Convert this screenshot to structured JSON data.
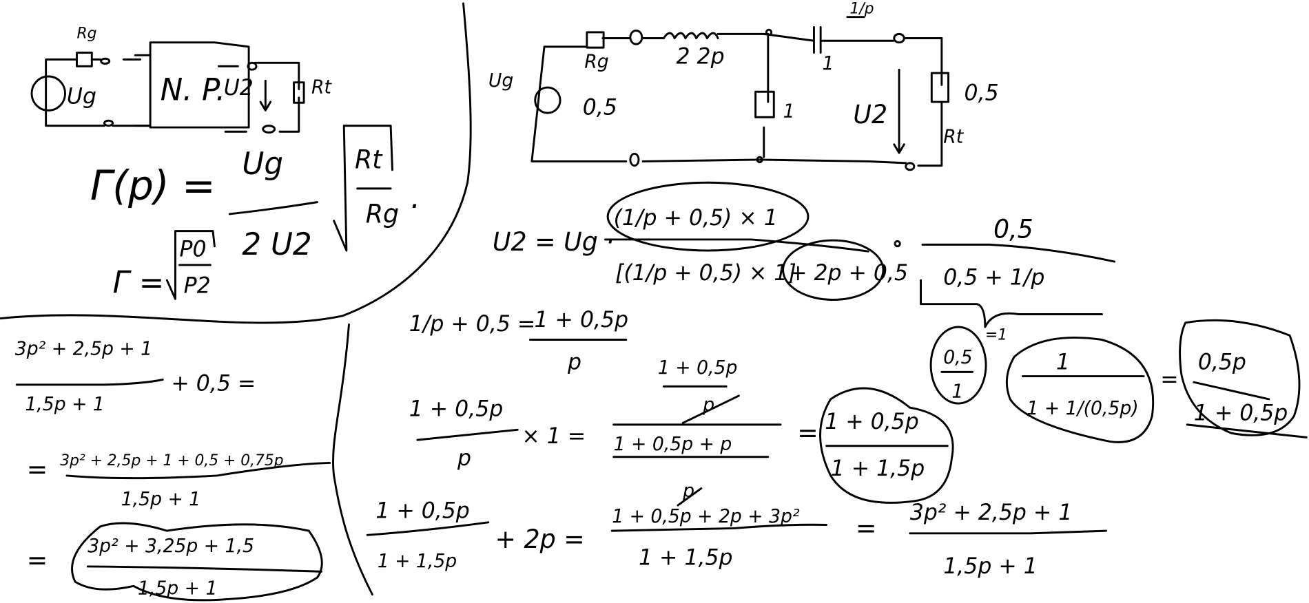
{
  "left_circuit": {
    "rg": "Rg",
    "ug": "Ug",
    "block": "N. P.",
    "u2": "U2",
    "rt": "Rt"
  },
  "formula_gamma": {
    "lhs": "Γ(p) =",
    "num": "Ug",
    "den": "2 U2",
    "sqrt_num": "Rt",
    "sqrt_den": "Rg",
    "dot": "·"
  },
  "formula_gamma2": {
    "lhs": "Γ =",
    "num": "P0",
    "den": "P2"
  },
  "right_circuit": {
    "rg": "Rg",
    "l_labels": "2   2p",
    "c_value": "1/p",
    "c_label": "1",
    "ug": "Ug",
    "rg_value": "0,5",
    "r_mid": "1",
    "u2": "U2",
    "rt_value": "0,5",
    "rt": "Rt"
  },
  "u2_equation": {
    "lhs": "U2 = Ug ·",
    "num": "(1/p + 0,5) × 1",
    "den_a": "[(1/p + 0,5) × 1]",
    "den_b": "+ 2p + 0,5",
    "dot": "·",
    "frac2_num": "0,5",
    "frac2_den": "0,5 + 1/p"
  },
  "step1": {
    "lhs": "1/p + 0,5 =",
    "num": "1 + 0,5p",
    "den": "p"
  },
  "step2": {
    "num": "1 + 0,5p",
    "den": "p",
    "times": "× 1 =",
    "big_num": "1 + 0,5p",
    "big_num_den": "p",
    "big_den": "1 + 0,5p + p",
    "eq": "=",
    "res_num": "1 + 0,5p",
    "res_den": "1 + 1,5p"
  },
  "step3": {
    "frac_num": "0,5",
    "frac_den": "1",
    "eq1": "=1",
    "inner_num": "1",
    "inner_den": "1 +   1/(0,5p)",
    "eq2": "=",
    "res_num": "0,5p",
    "res_den": "1 + 0,5p"
  },
  "step4": {
    "num": "1 + 0,5p",
    "den": "1 + 1,5p",
    "plus": "+ 2p =",
    "mid_num": "1 + 0,5p + 2p + 3p²",
    "mid_num_top": "p",
    "mid_den": "1 + 1,5p",
    "eq": "=",
    "res_num": "3p²  + 2,5p + 1",
    "res_den": "1,5p + 1"
  },
  "left_steps": {
    "a_num": "3p² + 2,5p + 1",
    "a_den": "1,5p + 1",
    "a_tail": "+ 0,5 =",
    "b_eq": "=",
    "b_num": "3p² + 2,5p + 1 + 0,5 + 0,75p",
    "b_den": "1,5p + 1",
    "c_eq": "=",
    "c_num": "3p²  + 3,25p +  1,5",
    "c_den": "1,5p + 1"
  }
}
